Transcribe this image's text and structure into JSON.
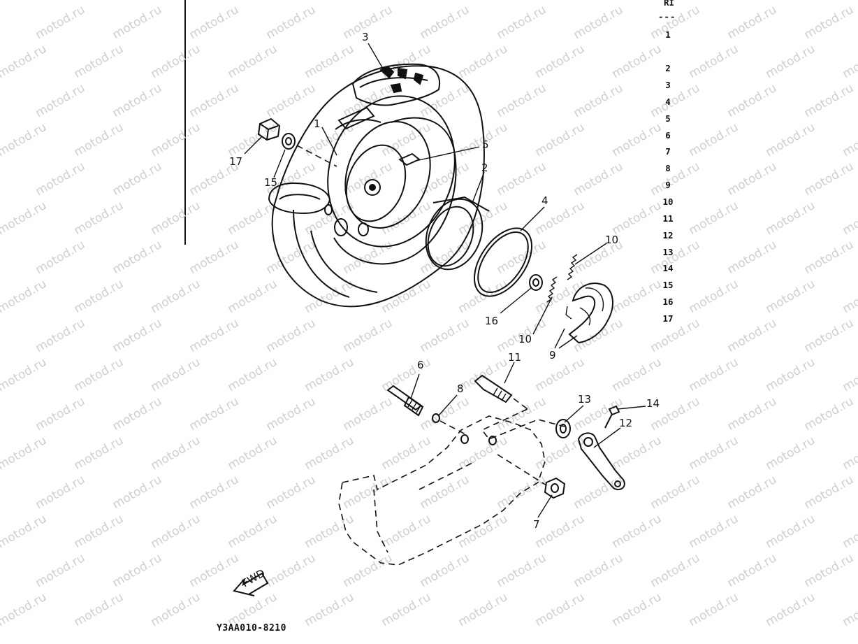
{
  "watermark": "motod.ru",
  "ref_column": {
    "header": "RI",
    "separator": "---",
    "numbers": [
      "1",
      "2",
      "3",
      "4",
      "5",
      "6",
      "7",
      "8",
      "9",
      "10",
      "11",
      "12",
      "13",
      "14",
      "15",
      "16",
      "17"
    ]
  },
  "callouts": [
    "1",
    "2",
    "3",
    "4",
    "5",
    "6",
    "7",
    "8",
    "9",
    "10",
    "10",
    "11",
    "12",
    "13",
    "14",
    "15",
    "16",
    "17"
  ],
  "fwd_label": "FWD",
  "drawing_code": "Y3AA010-8210",
  "colors": {
    "ink": "#111111",
    "watermark": "#cfcfcf",
    "background": "#ffffff"
  }
}
